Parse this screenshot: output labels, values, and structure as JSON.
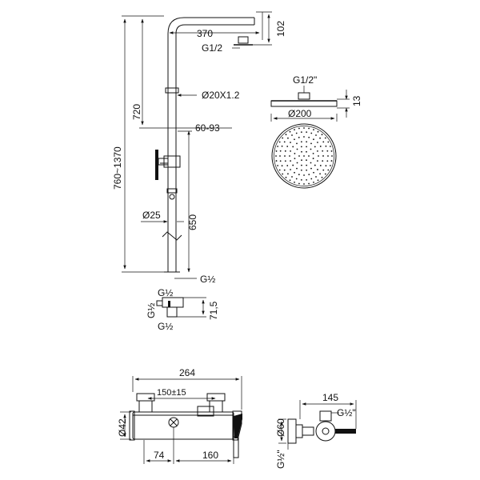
{
  "shower_column": {
    "dim_arm_length": "370",
    "dim_head_drop": "102",
    "head_thread": "G1/2",
    "dim_upper_height": "720",
    "pipe_diameter": "Ø20X1.2",
    "dim_holder_range": "60-93",
    "dim_total_height": "760~1370",
    "lower_pipe_diameter": "Ø25",
    "dim_lower_height": "650",
    "inlet_thread": "G½"
  },
  "shower_head": {
    "thread": "G1/2\"",
    "dim_thickness": "13",
    "diameter": "Ø200"
  },
  "connector": {
    "thread_top": "G½",
    "thread_left": "G½",
    "thread_bottom": "G½",
    "dim_height": "71,5"
  },
  "mixer_front": {
    "dim_total_width": "264",
    "dim_centers": "150±15",
    "dim_body_diameter": "Ø42",
    "dim_left_offset": "74",
    "dim_right_length": "160"
  },
  "mixer_side": {
    "dim_depth": "145",
    "outlet_thread": "G½\"",
    "dim_diameter": "Ø60",
    "inlet_thread": "G½\""
  }
}
